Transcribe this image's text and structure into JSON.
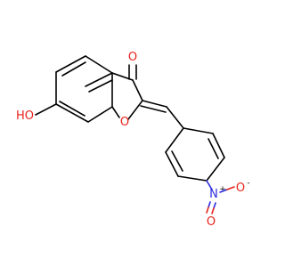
{
  "molecule": {
    "atoms": {
      "carbonyl_oxygen": "O",
      "hydroxyl": "HO",
      "ring_oxygen": "O",
      "nitro_nitrogen": "N",
      "nitro_nitrogen_charge": "+",
      "nitro_oxygen_bottom": "O",
      "nitro_oxygen_right": "O",
      "nitro_oxygen_charge": "-"
    },
    "colors": {
      "bond": "#000000",
      "oxygen": "#e8231a",
      "nitrogen": "#2b2be0"
    }
  }
}
